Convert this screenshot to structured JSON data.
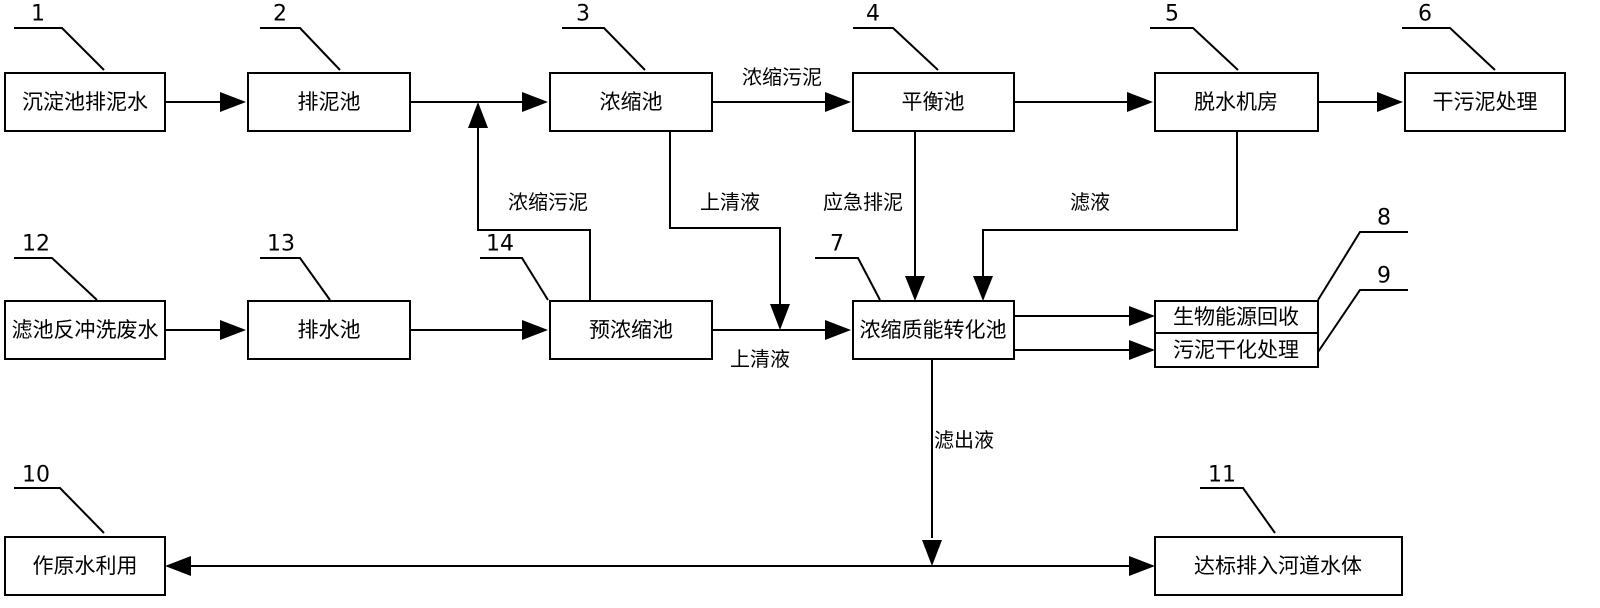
{
  "nodes": {
    "n1": {
      "label": "沉淀池排泥水",
      "number": "1"
    },
    "n2": {
      "label": "排泥池",
      "number": "2"
    },
    "n3": {
      "label": "浓缩池",
      "number": "3"
    },
    "n4": {
      "label": "平衡池",
      "number": "4"
    },
    "n5": {
      "label": "脱水机房",
      "number": "5"
    },
    "n6": {
      "label": "干污泥处理",
      "number": "6"
    },
    "n7": {
      "label": "浓缩质能转化池",
      "number": "7"
    },
    "n8": {
      "label": "生物能源回收",
      "number": "8"
    },
    "n9": {
      "label": "污泥干化处理",
      "number": "9"
    },
    "n10": {
      "label": "作原水利用",
      "number": "10"
    },
    "n11": {
      "label": "达标排入河道水体",
      "number": "11"
    },
    "n12": {
      "label": "滤池反冲洗废水",
      "number": "12"
    },
    "n13": {
      "label": "排水池",
      "number": "13"
    },
    "n14": {
      "label": "预浓缩池",
      "number": "14"
    }
  },
  "flows": {
    "thickened_sludge_top": "浓缩污泥",
    "thickened_sludge_pre": "浓缩污泥",
    "supernatant_thickener": "上清液",
    "supernatant_pre": "上清液",
    "emergency_discharge": "应急排泥",
    "filtrate": "滤液",
    "effluent": "滤出液"
  }
}
